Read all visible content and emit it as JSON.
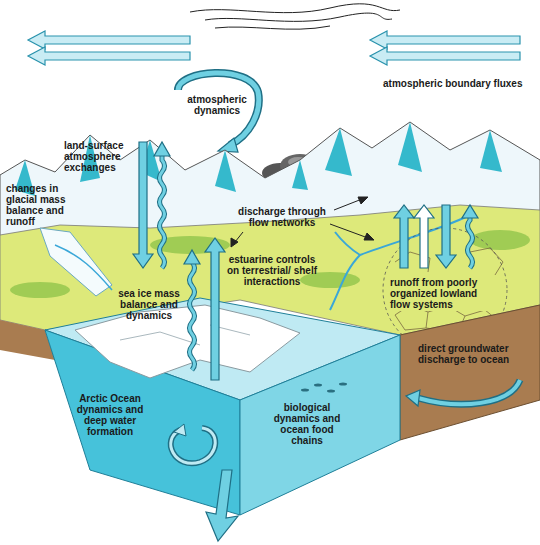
{
  "diagram": {
    "labels": [
      "atmospheric boundary fluxes",
      "atmospheric dynamics",
      "land-surface atmosphere exchanges",
      "changes in glacial mass balance and runoff",
      "discharge through flow networks",
      "estuarine controls on terrestrial/ shelf interactions",
      "runoff from poorly organized lowland flow systems",
      "sea ice mass balance and dynamics",
      "direct groundwater discharge to ocean",
      "Arctic Ocean dynamics and deep water formation",
      "biological dynamics and ocean food chains"
    ]
  }
}
